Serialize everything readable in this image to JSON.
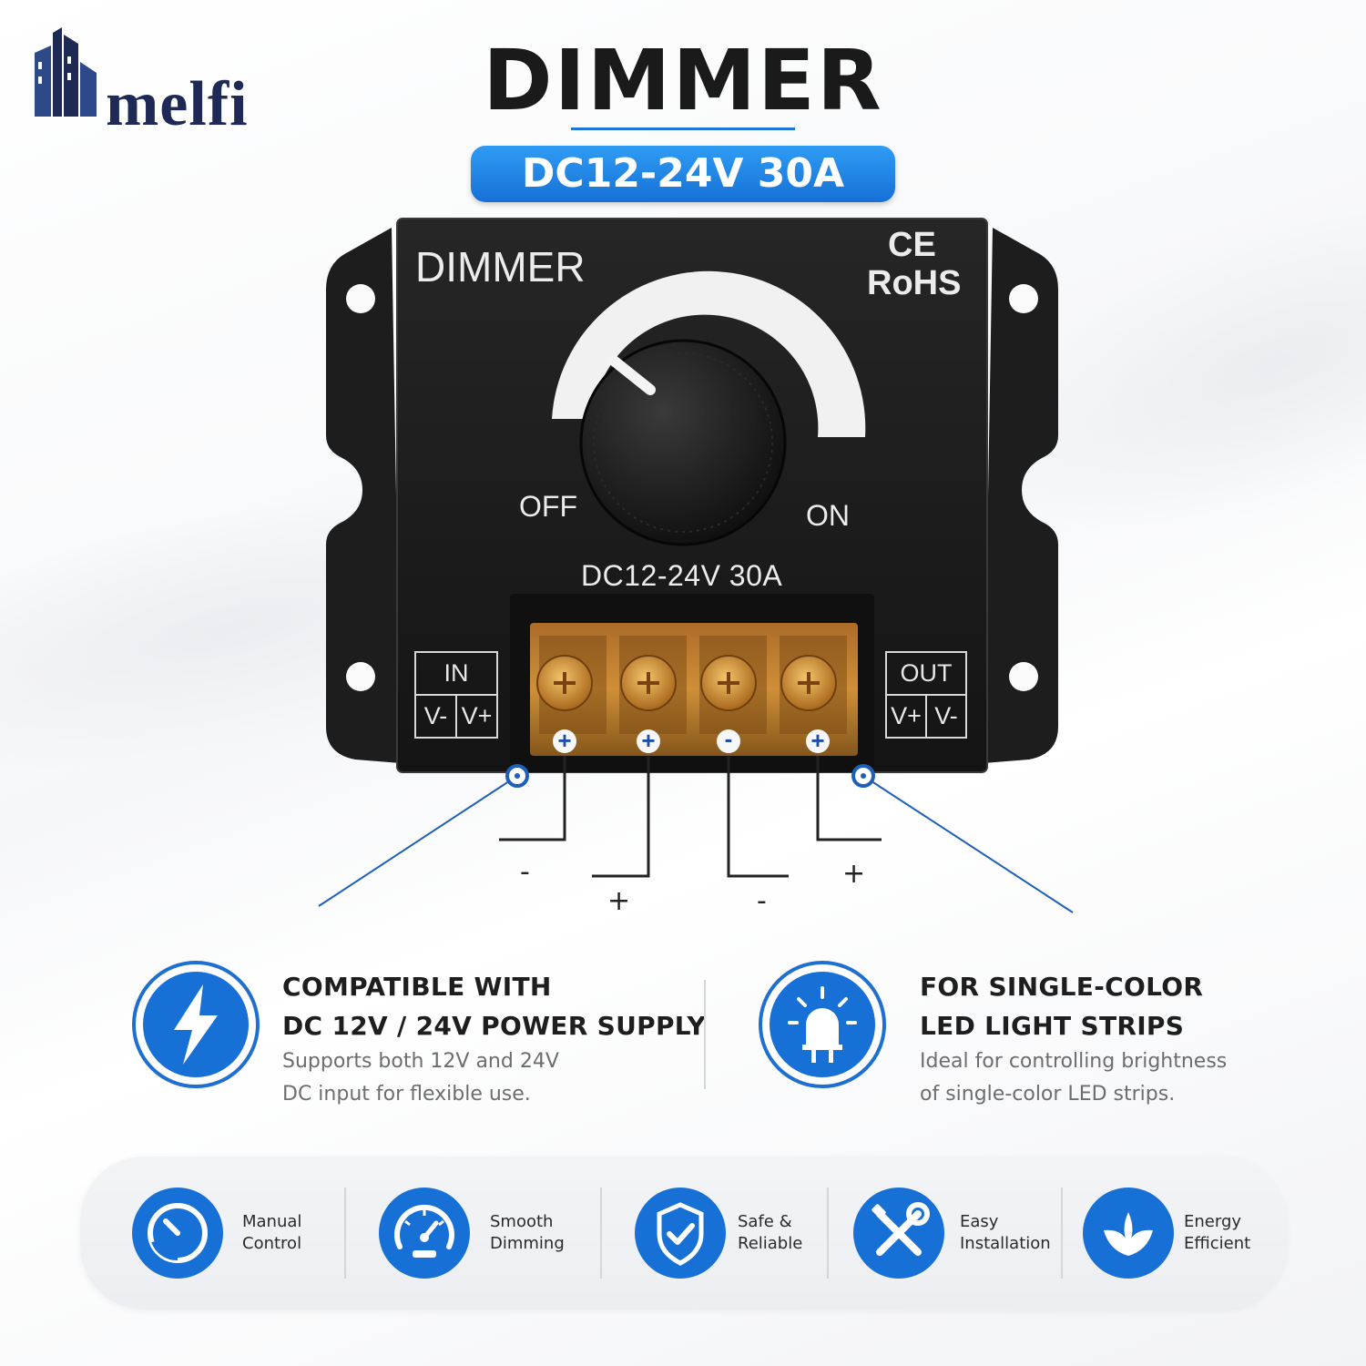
{
  "brand": {
    "logo_text": "melfi"
  },
  "header": {
    "title": "DIMMER",
    "badge": "DC12-24V 30A"
  },
  "device": {
    "panel_title": "DIMMER",
    "ce_mark": "CE",
    "rohs_mark": "RoHS",
    "off_label": "OFF",
    "on_label": "ON",
    "rating": "DC12-24V  30A",
    "in_block": {
      "title": "IN",
      "left": "V-",
      "right": "V+"
    },
    "out_block": {
      "title": "OUT",
      "left": "V+",
      "right": "V-"
    },
    "terminal_symbols": [
      "+",
      "+",
      "-",
      "+"
    ],
    "wiring_polarity": [
      "-",
      "+",
      "-",
      "+"
    ]
  },
  "features": [
    {
      "icon": "lightning-bolt-icon",
      "title_line1": "COMPATIBLE WITH",
      "title_line2": "DC 12V / 24V POWER SUPPLY",
      "desc_line1": "Supports both 12V and 24V",
      "desc_line2": "DC input for flexible use."
    },
    {
      "icon": "led-bulb-icon",
      "title_line1": "FOR SINGLE-COLOR",
      "title_line2": "LED LIGHT STRIPS",
      "desc_line1": "Ideal for controlling brightness",
      "desc_line2": "of single-color LED strips."
    }
  ],
  "benefits": [
    {
      "icon": "gauge-icon",
      "line1": "Manual",
      "line2": "Control"
    },
    {
      "icon": "speedometer-icon",
      "line1": "Smooth",
      "line2": "Dimming"
    },
    {
      "icon": "shield-check-icon",
      "line1": "Safe &",
      "line2": "Reliable"
    },
    {
      "icon": "tools-icon",
      "line1": "Easy",
      "line2": "Installation"
    },
    {
      "icon": "leaf-icon",
      "line1": "Energy",
      "line2": "Efficient"
    }
  ],
  "colors": {
    "accent_blue": "#1670d6",
    "device_body": "#1b1b1b",
    "terminal_amber": "#c8801e",
    "logo_navy": "#1e2a55"
  }
}
